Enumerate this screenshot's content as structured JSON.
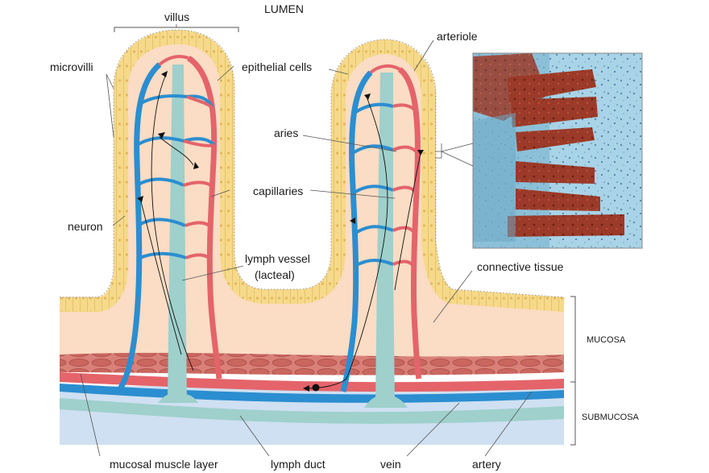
{
  "labels": {
    "lumen": "LUMEN",
    "villus": "villus",
    "microvilli": "microvilli",
    "epithelial_cells": "epithelial cells",
    "arteriole": "arteriole",
    "aries": "aries",
    "capillaries": "capillaries",
    "neuron": "neuron",
    "lymph_vessel_1": "lymph vessel",
    "lymph_vessel_2": "(lacteal)",
    "connective_tissue": "connective tissue",
    "mucosa": "MUCOSA",
    "submucosa": "SUBMUCOSA",
    "mucosal_muscle_layer": "mucosal muscle layer",
    "lymph_duct": "lymph duct",
    "vein": "vein",
    "artery": "artery"
  },
  "colors": {
    "epithelium": "#f6d98a",
    "epithelium_edge": "#c9a23a",
    "connective": "#fbdcc4",
    "vein": "#2b8ed0",
    "artery": "#e4646a",
    "lymph": "#9fd0cc",
    "muscle": "#c9675f",
    "submucosa": "#cfe0f2",
    "micrograph_bg": "#a9d3e6",
    "micrograph_villus": "#8b2a1e"
  }
}
